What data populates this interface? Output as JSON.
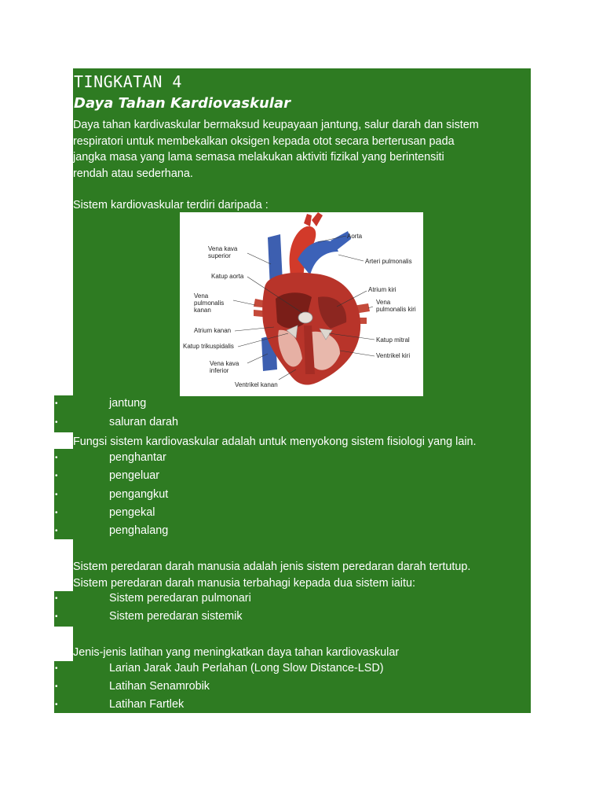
{
  "title": "TINGKATAN 4",
  "subtitle": "Daya Tahan Kardiovaskular",
  "intro_lines": [
    "Daya tahan kardivaskular bermaksud keupayaan jantung, salur darah dan sistem",
    "respiratori untuk membekalkan oksigen kepada otot secara berterusan pada",
    "jangka masa yang lama semasa melakukan aktiviti fizikal yang berintensiti",
    "rendah atau sederhana."
  ],
  "system_intro": "Sistem kardiovaskular terdiri daripada :",
  "diagram_labels": {
    "aorta": "Aorta",
    "vena_kava_superior_1": "Vena kava",
    "vena_kava_superior_2": "superior",
    "arteri_pulmonalis": "Arteri pulmonalis",
    "katup_aorta": "Katup aorta",
    "atrium_kiri": "Atrium kiri",
    "vena_pulmonalis_kanan_1": "Vena",
    "vena_pulmonalis_kanan_2": "pulmonalis",
    "vena_pulmonalis_kanan_3": "kanan",
    "vena_pulmonalis_kiri_1": "Vena",
    "vena_pulmonalis_kiri_2": "pulmonalis kiri",
    "atrium_kanan": "Atrium kanan",
    "katup_mitral": "Katup mitral",
    "katup_trikuspidalis": "Katup trikuspidalis",
    "ventrikel_kiri": "Ventrikel kiri",
    "vena_kava_inferior_1": "Vena kava",
    "vena_kava_inferior_2": "inferior",
    "ventrikel_kanan": "Ventrikel kanan"
  },
  "components": [
    "jantung",
    "saluran darah"
  ],
  "function_intro": "Fungsi sistem kardiovaskular adalah untuk menyokong sistem fisiologi yang lain.",
  "functions": [
    "penghantar",
    "pengeluar",
    "pengangkut",
    "pengekal",
    "penghalang"
  ],
  "circulation_line1": "Sistem peredaran darah manusia adalah jenis sistem peredaran darah tertutup.",
  "circulation_line2": "Sistem peredaran darah manusia terbahagi kepada dua sistem iaitu:",
  "circulation_types": [
    "Sistem peredaran pulmonari",
    "Sistem peredaran sistemik"
  ],
  "exercise_intro": "Jenis-jenis latihan yang meningkatkan daya tahan kardiovaskular",
  "exercises": [
    "Larian Jarak Jauh Perlahan (Long Slow Distance-LSD)",
    "Latihan Senamrobik",
    "Latihan Fartlek"
  ],
  "bullet_glyph": "•",
  "colors": {
    "background": "#2e7b22",
    "text": "#ffffff",
    "page": "#ffffff"
  }
}
